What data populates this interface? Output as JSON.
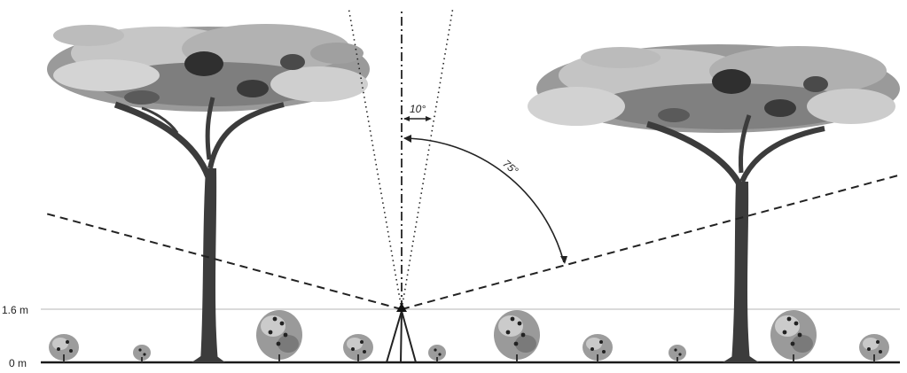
{
  "labels": {
    "height_observer": "1.6 m",
    "ground": "0 m",
    "angle_small": "10°",
    "angle_large": "75°"
  },
  "icons": [
    "tree-icon",
    "shrub-icon",
    "tripod-icon"
  ],
  "colors": {
    "line": "#222222",
    "ground": "#1a1a1a",
    "canopy_dark": "#3a3a3a",
    "canopy_mid": "#8a8a8a",
    "canopy_light": "#c8c8c8",
    "trunk": "#3c3c3c",
    "guide_line": "#b5b5b5"
  }
}
